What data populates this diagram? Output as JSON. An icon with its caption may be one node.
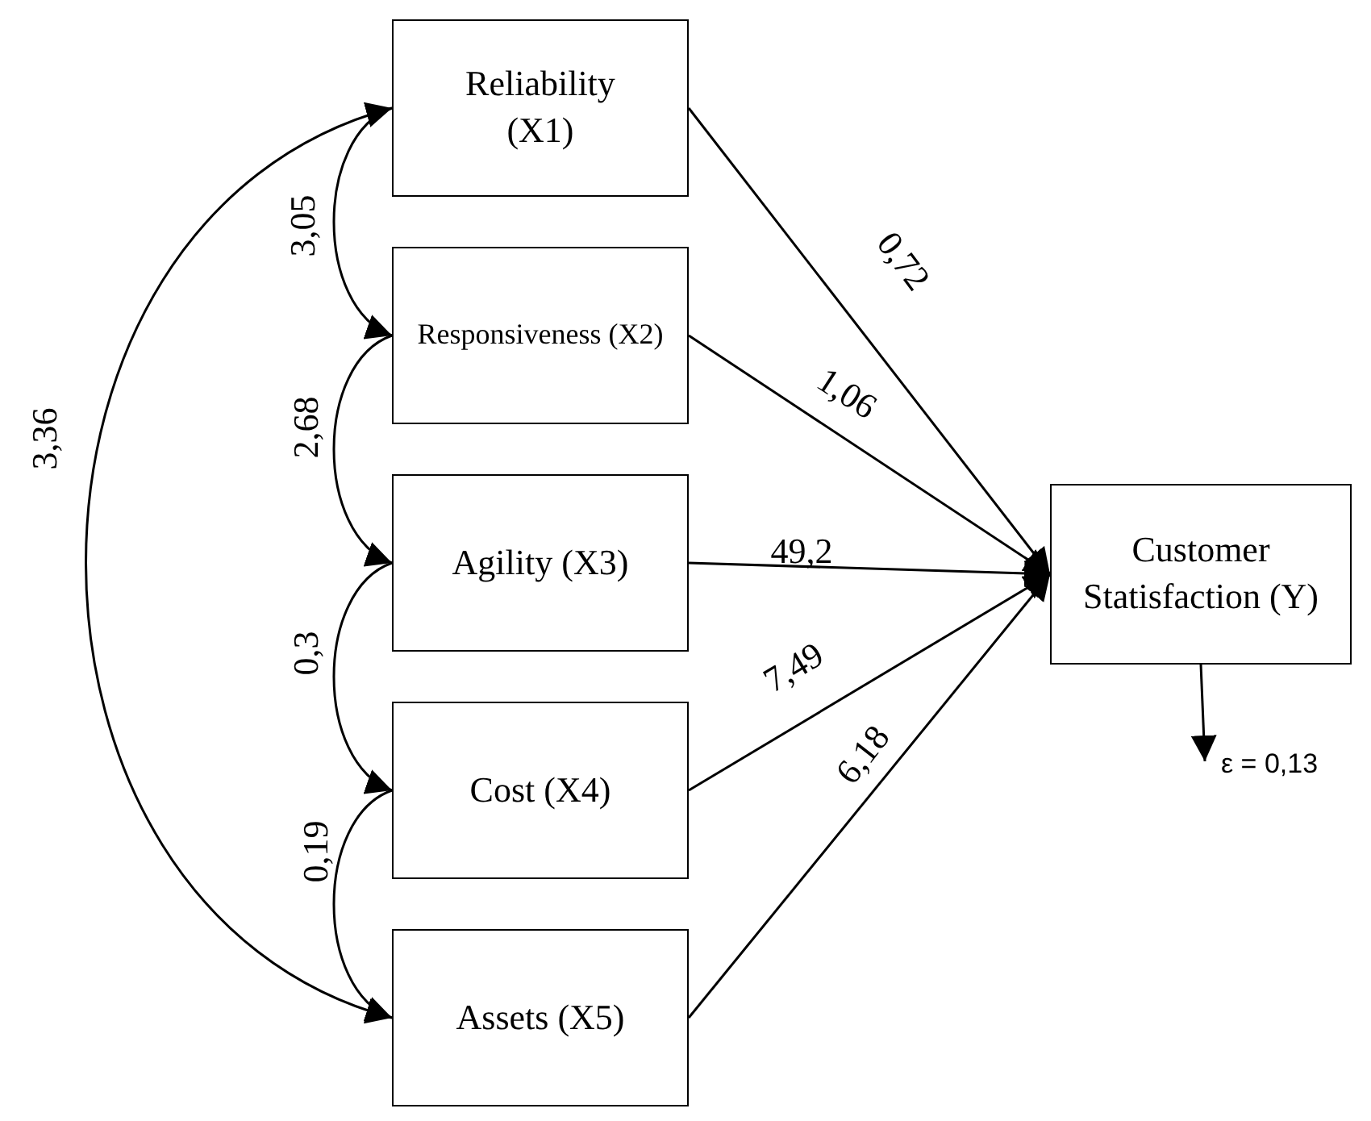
{
  "diagram": {
    "nodes": [
      {
        "text": [
          "Reliability (X1)"
        ]
      },
      {
        "text": [
          "Responsiveness (X2)"
        ]
      },
      {
        "text": [
          "Agility (X3)"
        ]
      },
      {
        "text": [
          "Cost (X4)"
        ]
      },
      {
        "text": [
          "Assets (X5)"
        ]
      },
      {
        "text": [
          "Customer Statisfaction (Y)"
        ]
      },
      {
        "text": [
          "ε = 0,13"
        ]
      }
    ],
    "edges": [
      {
        "from": 0,
        "to": 1,
        "arrow": "to",
        "label": "3,05"
      },
      {
        "from": 1,
        "to": 2,
        "arrow": "to",
        "label": "2,68"
      },
      {
        "from": 2,
        "to": 3,
        "arrow": "to",
        "label": "0,3"
      },
      {
        "from": 3,
        "to": 4,
        "arrow": "to",
        "label": "0,19"
      },
      {
        "from": 0,
        "to": 4,
        "arrow": "both",
        "label": "3,36"
      },
      {
        "from": 0,
        "to": 5,
        "arrow": "to",
        "label": "0,72"
      },
      {
        "from": 1,
        "to": 5,
        "arrow": "to",
        "label": "1,06"
      },
      {
        "from": 2,
        "to": 5,
        "arrow": "to",
        "label": "49,2"
      },
      {
        "from": 3,
        "to": 5,
        "arrow": "to",
        "label": "7,49"
      },
      {
        "from": 4,
        "to": 5,
        "arrow": "to",
        "label": "6,18"
      },
      {
        "from": 5,
        "to": 6,
        "arrow": "to"
      }
    ]
  }
}
